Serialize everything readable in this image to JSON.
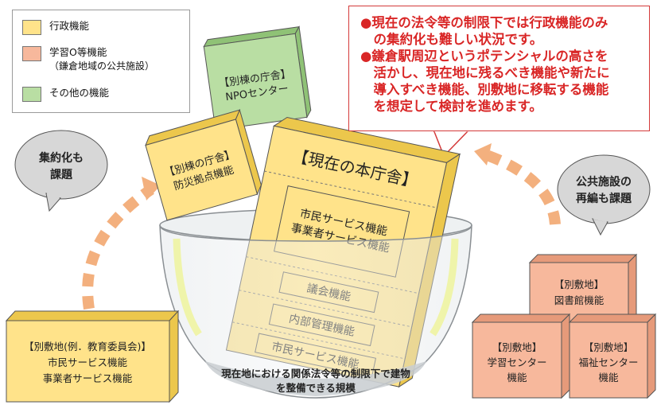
{
  "legend": {
    "items": [
      {
        "label": "行政機能",
        "color": "#ffe38a"
      },
      {
        "label": "学習O等機能",
        "sublabel": "（鎌倉地域の公共施設）",
        "color": "#f7b89c"
      },
      {
        "label": "その他の機能",
        "color": "#b9dea3"
      }
    ]
  },
  "callout": {
    "lines": [
      "●現在の法令等の制限下では行政機能のみ",
      "　の集約化も難しい状況です。",
      "●鎌倉駅周辺というポテンシャルの高さを",
      "　活かし、現在地に残るべき機能や新たに",
      "　導入すべき機能、別敷地に移転する機能",
      "　を想定して検討を進めます。"
    ],
    "color": "#d92626"
  },
  "bubbles": {
    "left": {
      "line1": "集約化も",
      "line2": "課題"
    },
    "right": {
      "line1": "公共施設の",
      "line2": "再編も課題"
    }
  },
  "annex_npo": {
    "line1": "【別棟の庁舎】",
    "line2": "NPOセンター"
  },
  "annex_disaster": {
    "line1": "【別棟の庁舎】",
    "line2": "防災拠点機能"
  },
  "main": {
    "title": "【現在の本庁舎】",
    "floors": [
      {
        "line1": "市民サービス機能",
        "line2": "事業者サービス機能"
      },
      {
        "line1": "議会機能"
      },
      {
        "line1": "内部管理機能"
      },
      {
        "line1": "市民サービス機能"
      }
    ]
  },
  "bowl_caption": {
    "line1": "現在地における関係法令等の制限下で建物",
    "line2": "を整備できる規模"
  },
  "left_site": {
    "line1": "【別敷地(例．教育委員会)】",
    "line2": "市民サービス機能",
    "line3": "事業者サービス機能"
  },
  "right_sites": [
    {
      "line1": "【別敷地】",
      "line2": "図書館機能"
    },
    {
      "line1": "【別敷地】",
      "line2": "学習センター",
      "line3": "機能"
    },
    {
      "line1": "【別敷地】",
      "line2": "福祉センター",
      "line3": "機能"
    }
  ],
  "colors": {
    "admin": "#ffe38a",
    "admin_side": "#ecc74c",
    "learning": "#f7b89c",
    "learning_side": "#e69a7a",
    "other": "#b9dea3",
    "other_side": "#8fc276",
    "arrow": "#f3b07e",
    "bubble": "#d7d7d7"
  }
}
